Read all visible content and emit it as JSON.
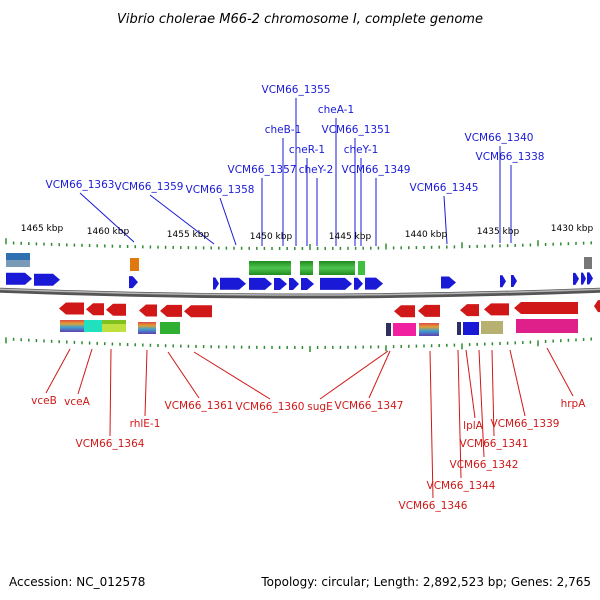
{
  "title": "Vibrio cholerae M66-2 chromosome I, complete genome",
  "footer": {
    "accession": "Accession: NC_012578",
    "topology": "Topology: circular; Length: 2,892,523 bp; Genes: 2,765"
  },
  "colors": {
    "forward": "#1a1ad6",
    "reverse": "#d01818",
    "backbone": "#888888",
    "tick": "#2f8a2f"
  },
  "axis": {
    "unit": "kbp",
    "direction": "descending left-to-right",
    "tick_labels": [
      "1465 kbp",
      "1460 kbp",
      "1455 kbp",
      "1450 kbp",
      "1445 kbp",
      "1440 kbp",
      "1435 kbp",
      "1430 kbp"
    ]
  },
  "forward_labels": [
    "VCM66_1363",
    "VCM66_1359",
    "VCM66_1358",
    "VCM66_1357",
    "VCM66_1355",
    "cheB-1",
    "cheR-1",
    "cheY-2",
    "cheA-1",
    "VCM66_1351",
    "cheY-1",
    "VCM66_1349",
    "VCM66_1345",
    "VCM66_1340",
    "VCM66_1338"
  ],
  "reverse_labels": [
    "vceB",
    "vceA",
    "VCM66_1364",
    "rhlE-1",
    "VCM66_1361",
    "VCM66_1360",
    "sugE",
    "VCM66_1347",
    "VCM66_1346",
    "VCM66_1344",
    "VCM66_1342",
    "lplA",
    "VCM66_1341",
    "VCM66_1339",
    "hrpA"
  ]
}
